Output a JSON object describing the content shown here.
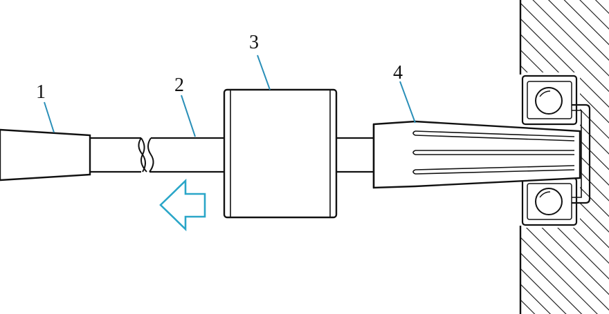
{
  "colors": {
    "line": "#111111",
    "leader": "#2a8fb8",
    "arrow": "#2aa6c8",
    "hatch": "#111111",
    "background": "#ffffff"
  },
  "callouts": [
    {
      "id": "part-1",
      "label": "1"
    },
    {
      "id": "part-2",
      "label": "2"
    },
    {
      "id": "part-3",
      "label": "3"
    },
    {
      "id": "part-4",
      "label": "4"
    }
  ],
  "icons": {
    "direction": "arrow-left-icon",
    "bearing": "ball-bearing-icon"
  }
}
